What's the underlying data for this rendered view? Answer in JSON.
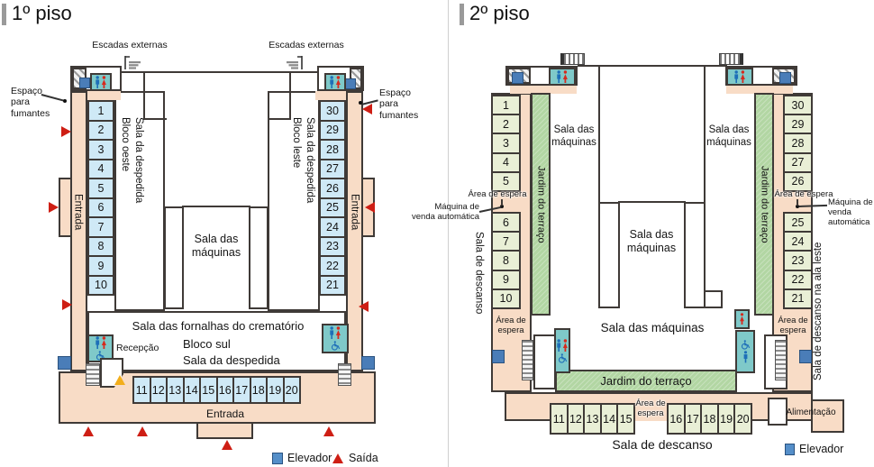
{
  "floor1": {
    "title": "1º piso",
    "labels": {
      "external_stairs_left": "Escadas externas",
      "external_stairs_right": "Escadas externas",
      "smoking_left": "Espaço para fumantes",
      "smoking_right": "Espaço para fumantes",
      "entrance_west": "Entrada",
      "entrance_east": "Entrada",
      "entrance_south": "Entrada",
      "west_block": "Bloco oeste\nSala da despedida",
      "east_block": "Bloco leste\nSala da despedida",
      "machines_center": "Sala das\nmáquinas",
      "furnace_hall": "Sala das fornalhas do crematório",
      "south_block_line1": "Bloco sul",
      "south_block_line2": "Sala da despedida",
      "reception": "Recepção"
    },
    "rooms": {
      "west": [
        "1",
        "2",
        "3",
        "4",
        "5",
        "6",
        "7",
        "8",
        "9",
        "10"
      ],
      "east": [
        "30",
        "29",
        "28",
        "27",
        "26",
        "25",
        "24",
        "23",
        "22",
        "21"
      ],
      "south": [
        "11",
        "12",
        "13",
        "14",
        "15",
        "16",
        "17",
        "18",
        "19",
        "20"
      ]
    },
    "legend": {
      "elevator": "Elevador",
      "exit": "Saída"
    }
  },
  "floor2": {
    "title": "2º piso",
    "labels": {
      "rest_west": "Sala de descanso",
      "rest_east": "Sala de descanso na ala leste",
      "garden_left": "Jardim do terraço",
      "garden_right": "Jardim do terraço",
      "garden_bottom": "Jardim do terraço",
      "machines_left": "Sala das\nmáquinas",
      "machines_right": "Sala das\nmáquinas",
      "machines_center": "Sala das\nmáquinas",
      "machines_bottom": "Sala das máquinas",
      "wait_left": "Área de espera",
      "wait_right": "Área de espera",
      "wait_left_bottom": "Área de\nespera",
      "wait_right_bottom": "Área de\nespera",
      "wait_center_bottom": "Área de\nespera",
      "vending_left": "Máquina de\nvenda automática",
      "vending_right": "Máquina de\nvenda\nautomática",
      "food": "Alimentação",
      "rest_bottom": "Sala de descanso"
    },
    "rooms": {
      "west_a": [
        "1",
        "2",
        "3",
        "4",
        "5"
      ],
      "west_b": [
        "6",
        "7",
        "8",
        "9",
        "10"
      ],
      "east_a": [
        "30",
        "29",
        "28",
        "27",
        "26"
      ],
      "east_b": [
        "25",
        "24",
        "23",
        "22",
        "21"
      ],
      "south_a": [
        "11",
        "12",
        "13",
        "14",
        "15"
      ],
      "south_b": [
        "16",
        "17",
        "18",
        "19",
        "20"
      ]
    },
    "legend": {
      "elevator": "Elevador"
    }
  }
}
